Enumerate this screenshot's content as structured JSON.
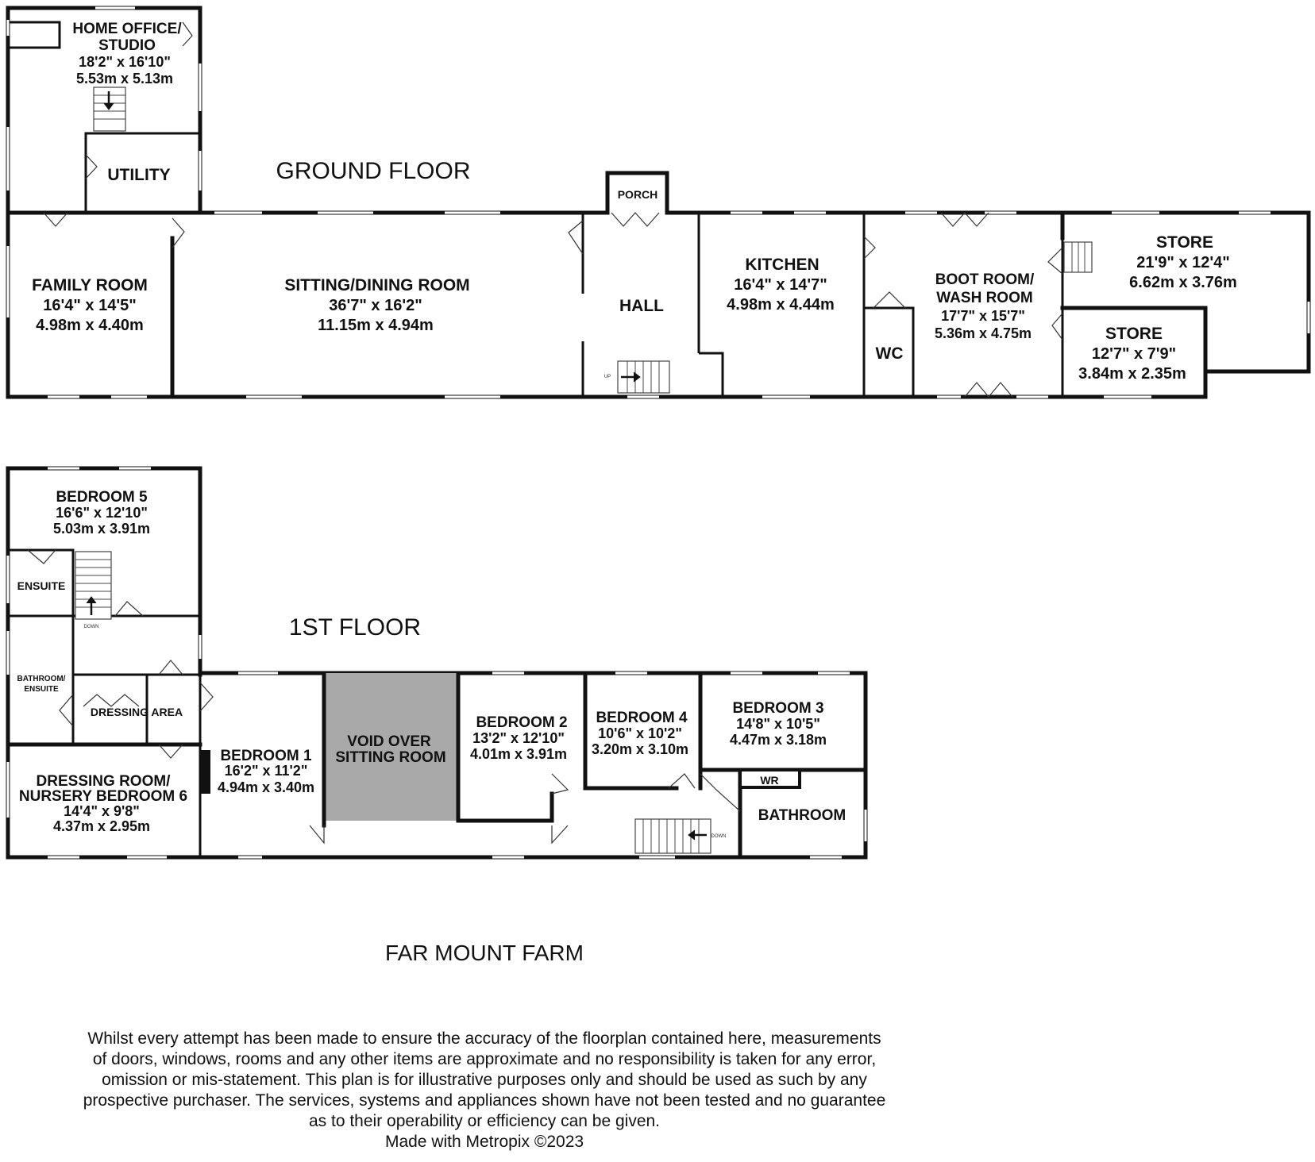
{
  "ground_floor": {
    "title": "GROUND FLOOR",
    "rooms": {
      "home_office": {
        "name1": "HOME OFFICE/",
        "name2": "STUDIO",
        "imperial": "18'2\"  x 16'10\"",
        "metric": "5.53m  x 5.13m"
      },
      "utility": {
        "name": "UTILITY"
      },
      "porch": {
        "name": "PORCH"
      },
      "family_room": {
        "name": "FAMILY ROOM",
        "imperial": "16'4\"  x 14'5\"",
        "metric": "4.98m  x 4.40m"
      },
      "sitting_dining": {
        "name": "SITTING/DINING ROOM",
        "imperial": "36'7\"  x 16'2\"",
        "metric": "11.15m  x 4.94m"
      },
      "hall": {
        "name": "HALL",
        "up": "UP"
      },
      "kitchen": {
        "name": "KITCHEN",
        "imperial": "16'4\"  x 14'7\"",
        "metric": "4.98m  x 4.44m"
      },
      "boot_room": {
        "name1": "BOOT ROOM/",
        "name2": "WASH ROOM",
        "imperial": "17'7\"  x 15'7\"",
        "metric": "5.36m  x 4.75m"
      },
      "wc": {
        "name": "WC"
      },
      "store_large": {
        "name": "STORE",
        "imperial": "21'9\"  x 12'4\"",
        "metric": "6.62m  x 3.76m"
      },
      "store_small": {
        "name": "STORE",
        "imperial": "12'7\"  x 7'9\"",
        "metric": "3.84m  x 2.35m"
      }
    }
  },
  "first_floor": {
    "title": "1ST FLOOR",
    "rooms": {
      "bedroom5": {
        "name": "BEDROOM 5",
        "imperial": "16'6\"  x 12'10\"",
        "metric": "5.03m  x 3.91m"
      },
      "ensuite": {
        "name": "ENSUITE",
        "down": "DOWN"
      },
      "bathroom_ensuite": {
        "name1": "BATHROOM/",
        "name2": "ENSUITE"
      },
      "dressing_area": {
        "name": "DRESSING AREA"
      },
      "dressing_room": {
        "name1": "DRESSING ROOM/",
        "name2": "NURSERY BEDROOM 6",
        "imperial": "14'4\"  x 9'8\"",
        "metric": "4.37m  x 2.95m"
      },
      "bedroom1": {
        "name": "BEDROOM 1",
        "imperial": "16'2\"  x 11'2\"",
        "metric": "4.94m  x 3.40m"
      },
      "void": {
        "name1": "VOID OVER",
        "name2": "SITTING ROOM"
      },
      "bedroom2": {
        "name": "BEDROOM 2",
        "imperial": "13'2\"  x 12'10\"",
        "metric": "4.01m  x 3.91m"
      },
      "bedroom4": {
        "name": "BEDROOM 4",
        "imperial": "10'6\"  x 10'2\"",
        "metric": "3.20m  x 3.10m"
      },
      "bedroom3": {
        "name": "BEDROOM 3",
        "imperial": "14'8\"  x 10'5\"",
        "metric": "4.47m  x 3.18m"
      },
      "wr": {
        "name": "WR"
      },
      "bathroom": {
        "name": "BATHROOM",
        "down": "DOWN"
      }
    }
  },
  "property_name": "FAR MOUNT FARM",
  "disclaimer": [
    "Whilst every attempt has been made to ensure the accuracy of the floorplan contained here, measurements",
    "of doors, windows, rooms and any other items are approximate and no responsibility is taken for any error,",
    "omission or mis-statement. This plan is for illustrative purposes only and should be used as such by any",
    "prospective purchaser. The services, systems and appliances shown have not been tested and no guarantee",
    "as to their operability or efficiency can be given."
  ],
  "credit": "Made with Metropix ©2023",
  "colors": {
    "wall": "#111111",
    "void_fill": "#a9a9a9",
    "background": "#ffffff"
  }
}
